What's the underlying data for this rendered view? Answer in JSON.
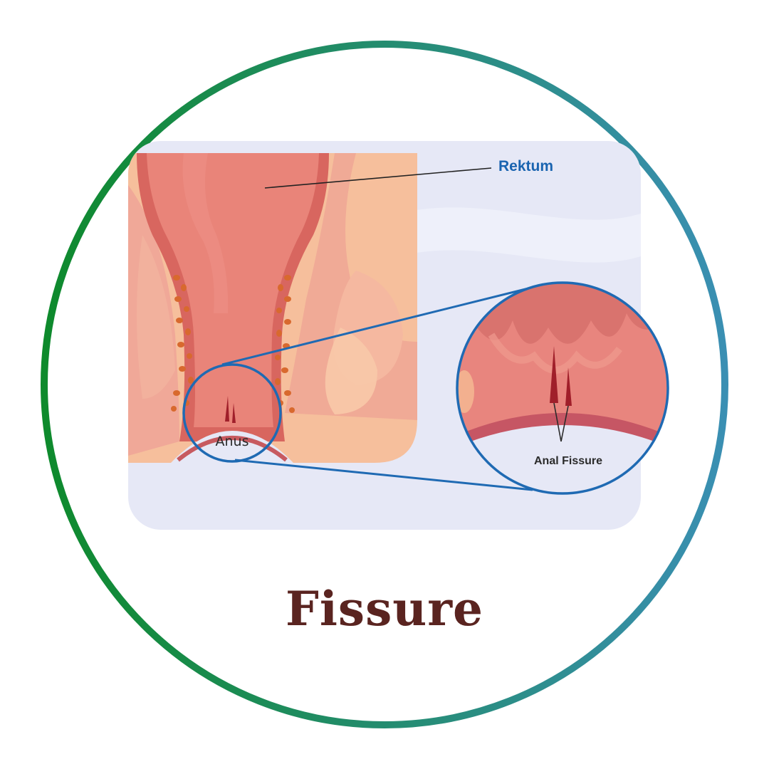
{
  "labels": {
    "rektum": "Rektum",
    "anus": "Anus",
    "anal_fissure": "Anal Fissure"
  },
  "title": "Fissure",
  "colors": {
    "ring_start": "#0e8a2c",
    "ring_end": "#3a8fb3",
    "panel_bg": "#e6e8f6",
    "rectum": "#e8827a",
    "rectum_dark": "#d2615e",
    "outer_tissue": "#f6b894",
    "tissue_mid": "#f0a79a",
    "gland_dots": "#d8692e",
    "fissure": "#a01f2a",
    "zoom_line": "#1f6ab3",
    "label_blue": "#1a64b0",
    "title": "#5a2420",
    "label_dark": "#2b2b2b"
  }
}
